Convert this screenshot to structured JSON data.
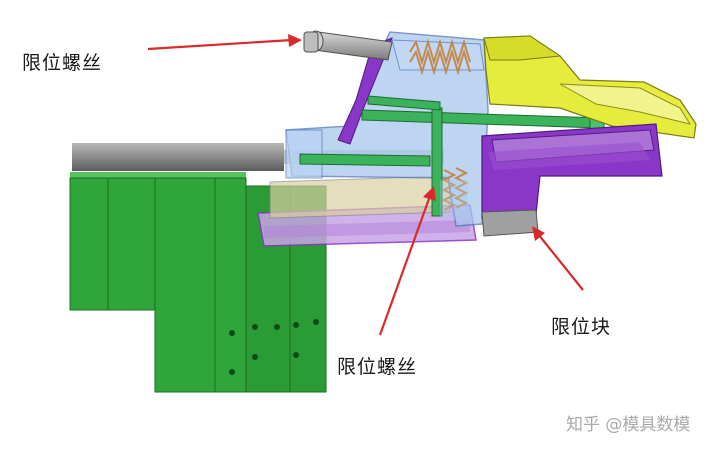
{
  "labels": {
    "top_left": "限位螺丝",
    "center_bottom": "限位螺丝",
    "right": "限位块"
  },
  "watermark": "知乎 @模具数模",
  "colors": {
    "green": "#2fa53a",
    "dark_green": "#1e7d29",
    "purple": "#8a36c8",
    "light_purple": "#c9a4e6",
    "yellow": "#e6ec3c",
    "transparent_blue": "#a9c8ee",
    "gray_rod": "#8d8d8d",
    "arrow_red": "#d82a2a"
  }
}
